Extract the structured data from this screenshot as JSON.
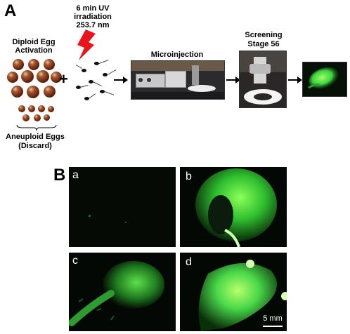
{
  "panel_a": {
    "letter": "A",
    "diploid_label": "Diploid Egg Activation",
    "uv_label_line1": "6 min UV",
    "uv_label_line2": "irradiation",
    "uv_label_line3": "253.7 nm",
    "plus": "+",
    "microinjection_label": "Microinjection",
    "screening_label_line1": "Screening",
    "screening_label_line2": "Stage 56",
    "aneuploid_label_line1": "Aneuploid Eggs",
    "aneuploid_label_line2": "(Discard)"
  },
  "panel_b": {
    "letter": "B",
    "sub_a": "a",
    "sub_b": "b",
    "sub_c": "c",
    "sub_d": "d",
    "scale_bar": "5 mm"
  },
  "colors": {
    "fluorescence": "#3cf03c",
    "lightning": "#e8141c"
  }
}
